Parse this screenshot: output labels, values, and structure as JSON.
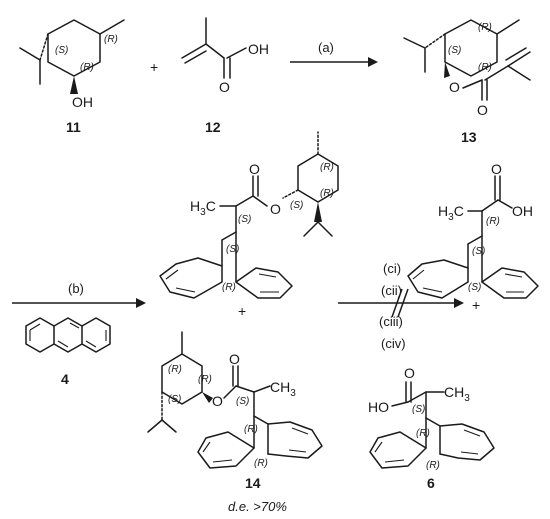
{
  "compounds": {
    "c11": {
      "number": "11",
      "oh": "OH",
      "stereo": [
        "(S)",
        "(R)",
        "(R)"
      ]
    },
    "c12": {
      "number": "12",
      "oh": "OH",
      "o": "O"
    },
    "c13": {
      "number": "13",
      "o1": "O",
      "o2": "O",
      "stereo": [
        "(S)",
        "(R)",
        "(R)"
      ]
    },
    "c4": {
      "number": "4"
    },
    "c14": {
      "number": "14"
    },
    "c6": {
      "number": "6"
    },
    "upper_ester": {
      "methyl": "H3C",
      "o1": "O",
      "o2": "O",
      "stereo": [
        "(R)",
        "(S)",
        "(R)",
        "(S)",
        "(S)",
        "(R)"
      ]
    },
    "lower_ester": {
      "methyl": "CH3",
      "o1": "O",
      "o2": "O",
      "stereo": [
        "(R)",
        "(S)",
        "(R)",
        "(S)",
        "(R)",
        "(R)"
      ]
    },
    "upper_acid": {
      "methyl": "H3C",
      "oh": "OH",
      "o": "O",
      "stereo": [
        "(R)",
        "(S)",
        "(S)"
      ]
    },
    "lower_acid": {
      "ho": "HO",
      "methyl": "CH3",
      "o": "O",
      "stereo": [
        "(S)",
        "(R)",
        "(R)"
      ]
    }
  },
  "arrows": {
    "a": {
      "label": "(a)"
    },
    "b": {
      "label": "(b)"
    },
    "c": {
      "labels": [
        "(ci)",
        "(cii)",
        "(ciii)",
        "(civ)"
      ]
    }
  },
  "plus_signs": [
    "+",
    "+",
    "+",
    "+"
  ],
  "footnote": "d.e. >70%"
}
